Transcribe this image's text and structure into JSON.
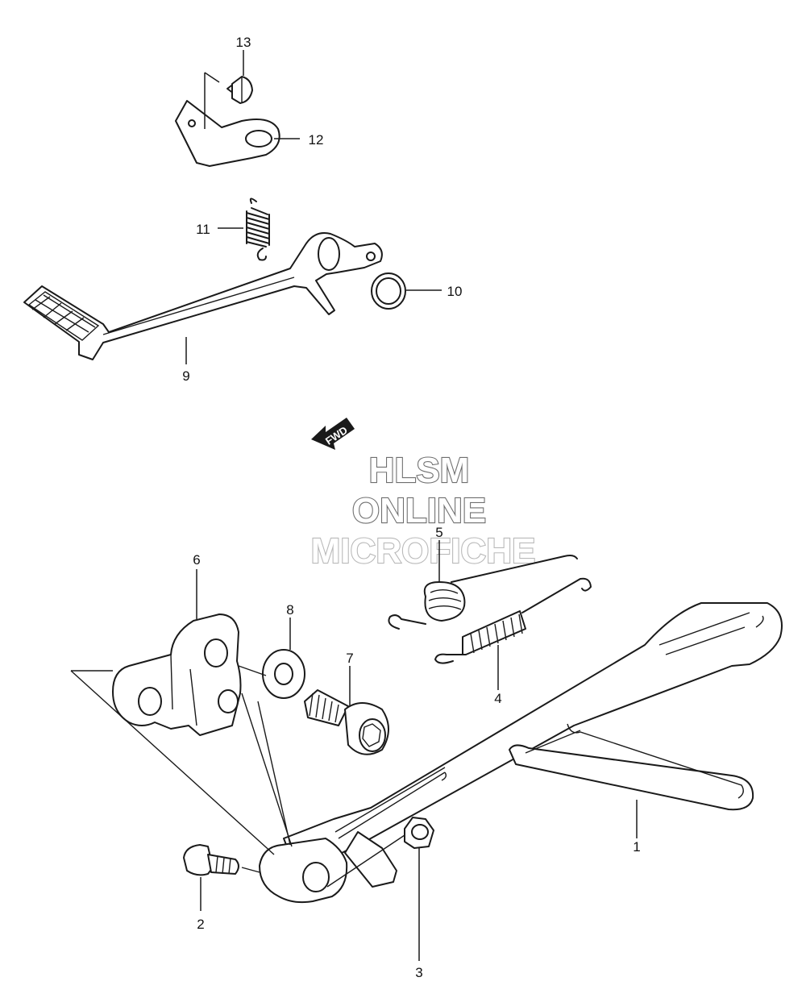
{
  "diagram": {
    "callouts": [
      "1",
      "2",
      "3",
      "4",
      "5",
      "6",
      "7",
      "8",
      "9",
      "10",
      "11",
      "12",
      "13"
    ],
    "direction_badge": "FWD",
    "watermark": {
      "line1": "HLSM",
      "line2": "ONLINE",
      "line3": "MICROFICHE",
      "color": "#6f6f6f",
      "color_faint": "#b9b9b9"
    }
  }
}
